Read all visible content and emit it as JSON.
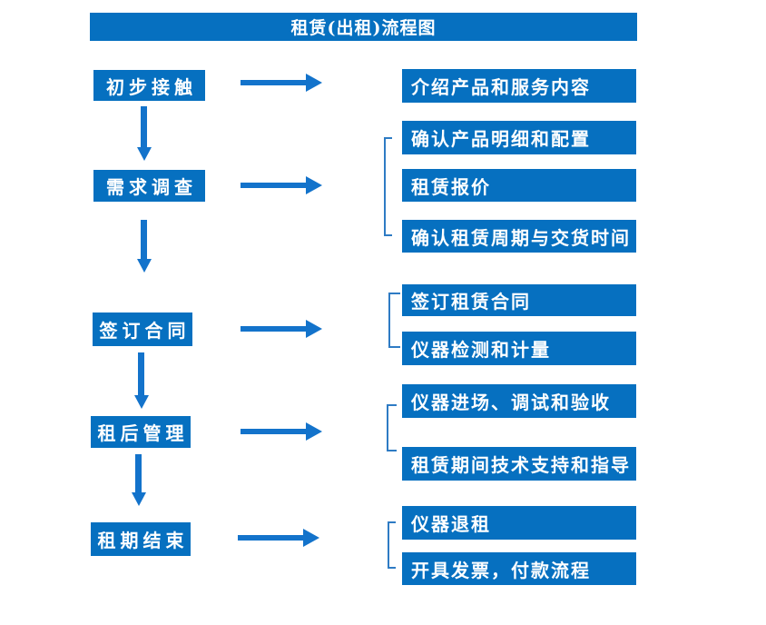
{
  "title": "租赁(出租)流程图",
  "colors": {
    "box_blue": "#0670c0",
    "arrow_blue": "#1373cb",
    "bracket_blue": "#2e7bc4",
    "text_white": "#ffffff",
    "background": "#ffffff"
  },
  "steps": [
    {
      "label": "初步接触",
      "details": [
        "介绍产品和服务内容"
      ]
    },
    {
      "label": "需求调查",
      "details": [
        "确认产品明细和配置",
        "租赁报价",
        "确认租赁周期与交货时间"
      ]
    },
    {
      "label": "签订合同",
      "details": [
        "签订租赁合同",
        "仪器检测和计量"
      ]
    },
    {
      "label": "租后管理",
      "details": [
        "仪器进场、调试和验收",
        "租赁期间技术支持和指导"
      ]
    },
    {
      "label": "租期结束",
      "details": [
        "仪器退租",
        "开具发票，付款流程"
      ]
    }
  ]
}
